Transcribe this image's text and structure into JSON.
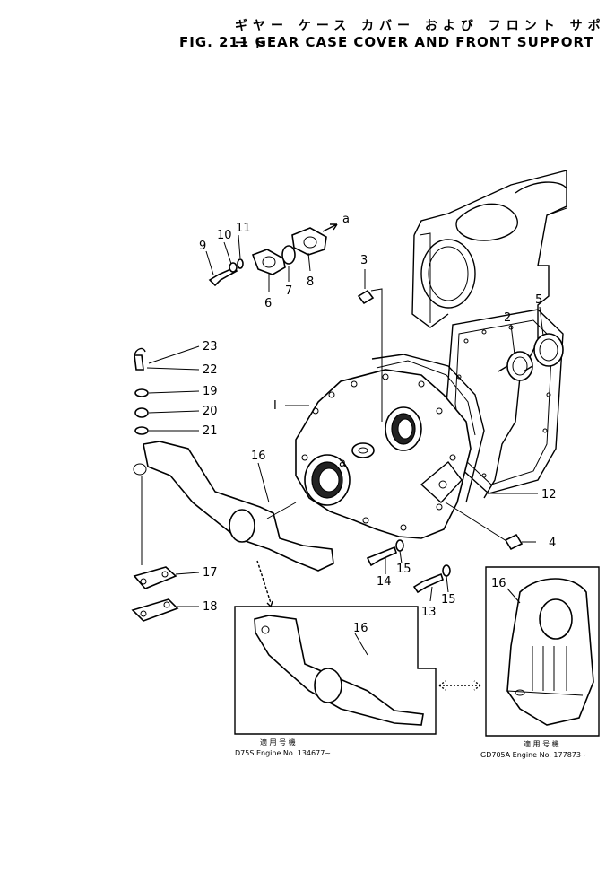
{
  "title": {
    "japanese": "ギヤー ケース カバー および フロント サポート",
    "english": "FIG. 211  GEAR CASE COVER AND FRONT SUPPORT"
  },
  "callouts": [
    {
      "id": "c9",
      "text": "9"
    },
    {
      "id": "c10",
      "text": "10"
    },
    {
      "id": "c11",
      "text": "11"
    },
    {
      "id": "c6",
      "text": "6"
    },
    {
      "id": "c7",
      "text": "7"
    },
    {
      "id": "c8",
      "text": "8"
    },
    {
      "id": "ca1",
      "text": "a"
    },
    {
      "id": "c3",
      "text": "3"
    },
    {
      "id": "c2",
      "text": "2"
    },
    {
      "id": "c5",
      "text": "5"
    },
    {
      "id": "c23",
      "text": "23"
    },
    {
      "id": "c22",
      "text": "22"
    },
    {
      "id": "c19",
      "text": "19"
    },
    {
      "id": "c20",
      "text": "20"
    },
    {
      "id": "c21",
      "text": "21"
    },
    {
      "id": "c1",
      "text": "I"
    },
    {
      "id": "c16",
      "text": "16"
    },
    {
      "id": "ca2",
      "text": "a"
    },
    {
      "id": "c12",
      "text": "12"
    },
    {
      "id": "c4",
      "text": "4"
    },
    {
      "id": "c15a",
      "text": "15"
    },
    {
      "id": "c14",
      "text": "14"
    },
    {
      "id": "c15b",
      "text": "15"
    },
    {
      "id": "c13",
      "text": "13"
    },
    {
      "id": "c17",
      "text": "17"
    },
    {
      "id": "c18",
      "text": "18"
    },
    {
      "id": "c16b",
      "text": "16"
    },
    {
      "id": "c16c",
      "text": "16"
    }
  ],
  "insets": {
    "left": {
      "header": "適 用 号 機",
      "note": "D75S  Engine  No.  134677~"
    },
    "right": {
      "header": "適 用 号 機",
      "note": "GD705A  Engine  No.  177873~"
    }
  }
}
